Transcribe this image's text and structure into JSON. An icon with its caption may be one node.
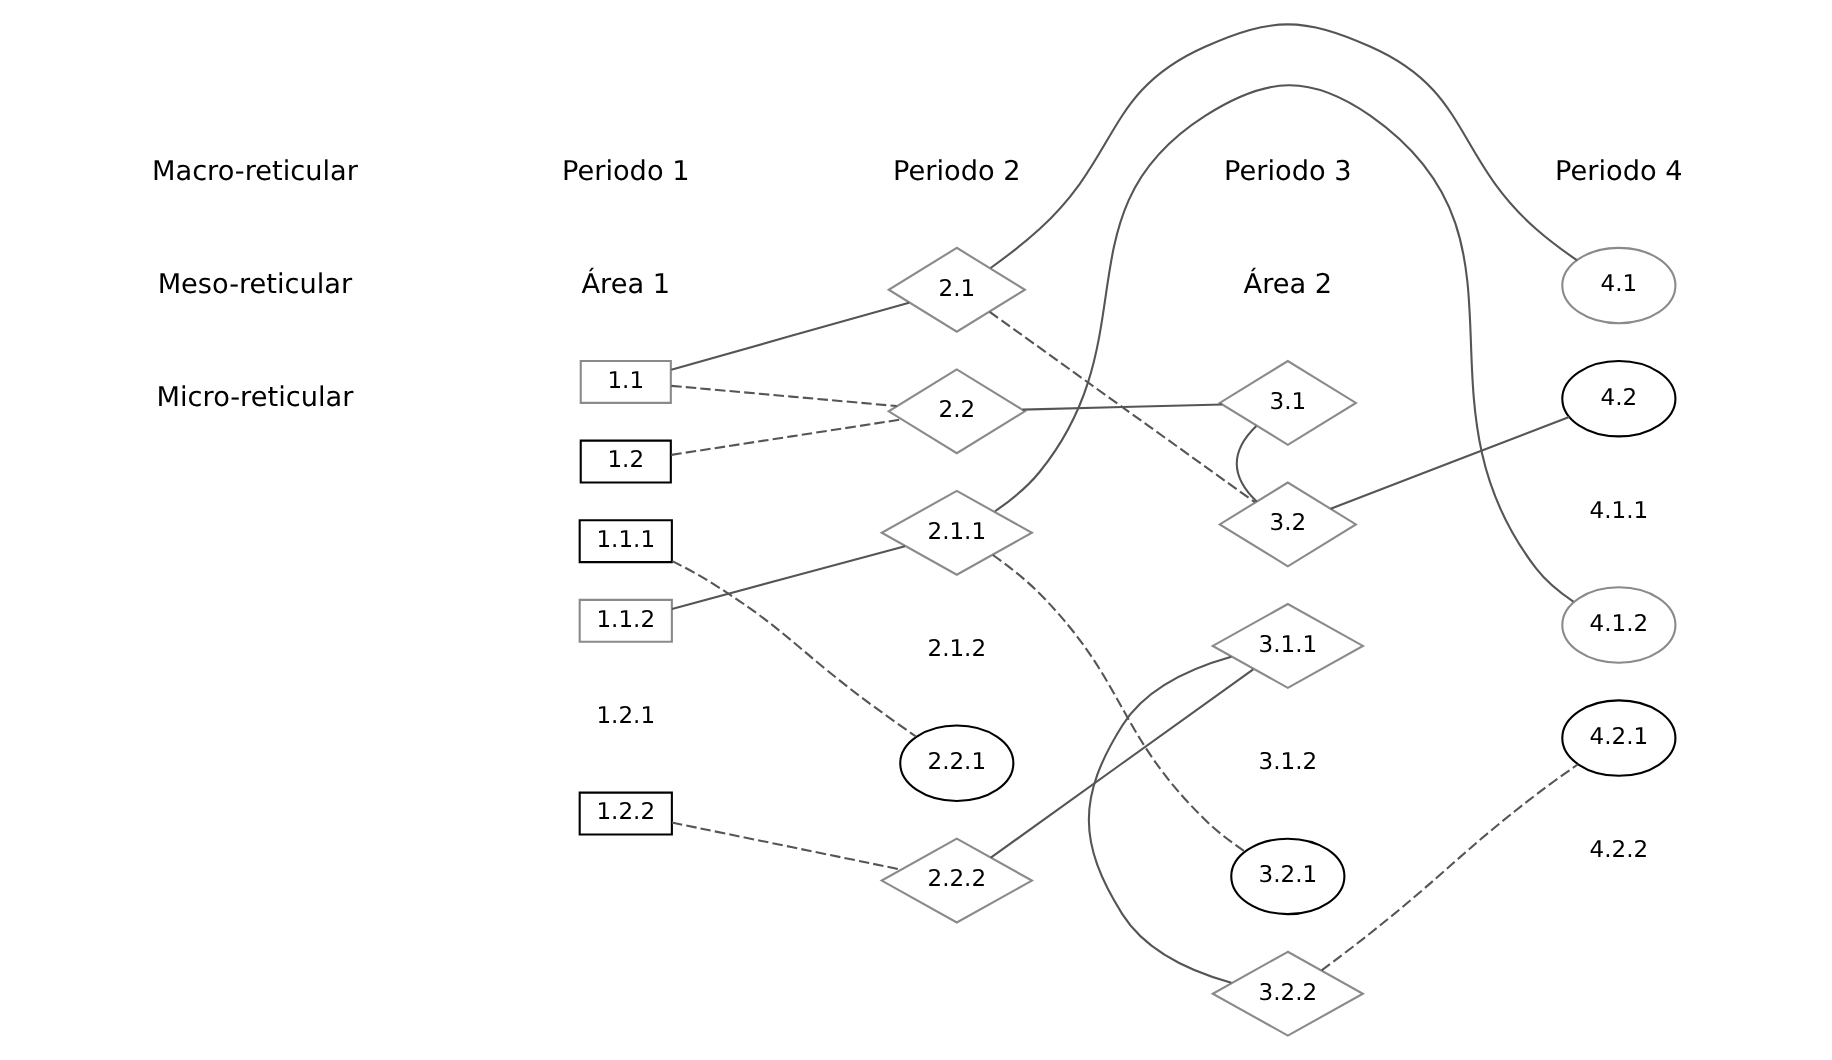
{
  "diagram": {
    "nodes": [
      {
        "text": [
          "1.1"
        ]
      },
      {
        "text": [
          "2.1"
        ]
      },
      {
        "text": [
          "3.1"
        ]
      },
      {
        "text": [
          "4.1"
        ]
      },
      {
        "text": [
          "1.2"
        ]
      },
      {
        "text": [
          "2.2"
        ]
      },
      {
        "text": [
          "3.2"
        ]
      },
      {
        "text": [
          "4.2"
        ]
      },
      {
        "text": [
          "1.1.1"
        ]
      },
      {
        "text": [
          "2.1.1"
        ]
      },
      {
        "text": [
          "3.1.1"
        ]
      },
      {
        "text": [
          "1.1.2"
        ]
      },
      {
        "text": [
          "4.1.2"
        ]
      },
      {
        "text": [
          "2.2.1"
        ]
      },
      {
        "text": [
          "3.2.1"
        ]
      },
      {
        "text": [
          "4.2.1"
        ]
      },
      {
        "text": [
          "1.2.2"
        ]
      },
      {
        "text": [
          "2.2.2"
        ]
      },
      {
        "text": [
          "3.2.2"
        ]
      }
    ],
    "edges": [
      {
        "from": 0,
        "to": 1,
        "arrow": "none"
      },
      {
        "from": 1,
        "to": 3,
        "arrow": "none"
      },
      {
        "from": 0,
        "to": 5,
        "arrow": "none",
        "style": "dashed"
      },
      {
        "from": 1,
        "to": 6,
        "arrow": "none",
        "style": "dashed"
      },
      {
        "from": 2,
        "to": 5,
        "arrow": "none"
      },
      {
        "from": 2,
        "to": 6,
        "arrow": "none"
      },
      {
        "from": 4,
        "to": 5,
        "arrow": "none",
        "style": "dashed"
      },
      {
        "from": 6,
        "to": 7,
        "arrow": "none"
      },
      {
        "from": 8,
        "to": 13,
        "arrow": "none",
        "style": "dashed"
      },
      {
        "from": 11,
        "to": 9,
        "arrow": "none"
      },
      {
        "from": 9,
        "to": 12,
        "arrow": "none"
      },
      {
        "from": 9,
        "to": 14,
        "arrow": "none",
        "style": "dashed"
      },
      {
        "from": 10,
        "to": 17,
        "arrow": "none"
      },
      {
        "from": 10,
        "to": 18,
        "arrow": "none"
      },
      {
        "from": 16,
        "to": 17,
        "arrow": "none",
        "style": "dashed"
      },
      {
        "from": 18,
        "to": 15,
        "arrow": "none",
        "style": "dashed"
      }
    ],
    "labels": [
      "Periodo 1",
      "Periodo 2",
      "Periodo 3",
      "Periodo 4",
      "Macro-reticular",
      "Área 1",
      "Área 2",
      "Meso-reticular",
      "4.1.1",
      "2.1.2",
      "3.1.2",
      "Micro-reticular",
      "1.2.1",
      "4.2.2"
    ]
  }
}
